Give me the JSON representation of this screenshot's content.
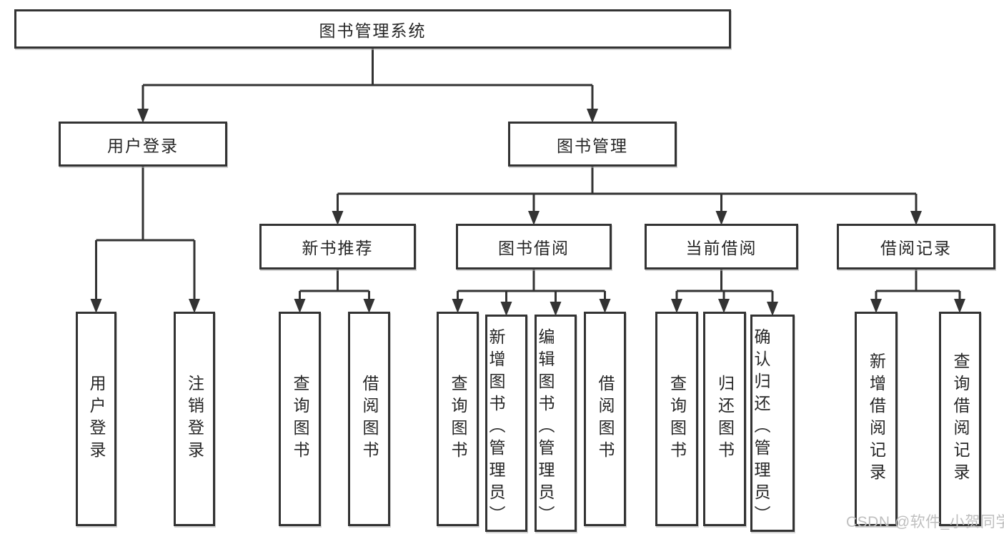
{
  "tree": {
    "root": {
      "label": "图书管理系统"
    },
    "branches": [
      {
        "label": "用户登录",
        "children": [
          {
            "label": "用户登录"
          },
          {
            "label": "注销登录"
          }
        ]
      },
      {
        "label": "图书管理",
        "groups": [
          {
            "label": "新书推荐",
            "children": [
              {
                "label": "查询图书"
              },
              {
                "label": "借阅图书"
              }
            ]
          },
          {
            "label": "图书借阅",
            "children": [
              {
                "label": "查询图书"
              },
              {
                "label": "新增图书（管理员）"
              },
              {
                "label": "编辑图书（管理员）"
              },
              {
                "label": "借阅图书"
              }
            ]
          },
          {
            "label": "当前借阅",
            "children": [
              {
                "label": "查询图书"
              },
              {
                "label": "归还图书"
              },
              {
                "label": "确认归还（管理员）"
              }
            ]
          },
          {
            "label": "借阅记录",
            "children": [
              {
                "label": "新增借阅记录"
              },
              {
                "label": "查询借阅记录"
              }
            ]
          }
        ]
      }
    ]
  },
  "watermark": {
    "text": "CSDN @软件_小贺同学"
  },
  "colors": {
    "line": "#333333",
    "box_border": "#333333",
    "text": "#262626",
    "background": "#ffffff",
    "watermark": "#bfbfbf"
  }
}
